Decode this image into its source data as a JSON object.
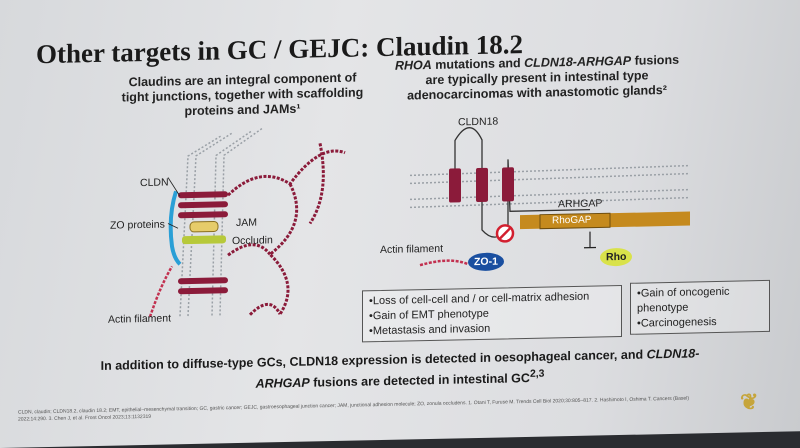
{
  "title": "Other targets in GC / GEJC: Claudin 18.2",
  "left_heading": "Claudins are an integral component of tight junctions, together with scaffolding proteins and JAMs¹",
  "right_heading_html": "<i>RHOA</i> mutations and <i>CLDN18-ARHGAP</i> fusions are typically present in intestinal type adenocarcinomas with anastomotic glands²",
  "labels": {
    "cldn": "CLDN",
    "zo_proteins": "ZO proteins",
    "jam": "JAM",
    "occludin": "Occludin",
    "actin_left": "Actin filament",
    "cldn18": "CLDN18",
    "arhgap": "ARHGAP",
    "rhogap": "RhoGAP",
    "actin_right": "Actin filament",
    "zo1": "ZO-1",
    "rho": "Rho"
  },
  "box_left": [
    "Loss of cell-cell and / or cell-matrix adhesion",
    "Gain of EMT phenotype",
    "Metastasis and invasion"
  ],
  "box_right": [
    "Gain of oncogenic phenotype",
    "Carcinogenesis"
  ],
  "summary_html": "In addition to diffuse-type GCs, CLDN18 expression is detected in oesophageal cancer, and <i>CLDN18-ARHGAP</i> fusions are detected in intestinal GC<sup>2,3</sup>",
  "footnote": "CLDN, claudin; CLDN18.2, claudin 18.2; EMT, epithelial–mesenchymal transition; GC, gastric cancer; GEJC, gastroesophageal junction cancer; JAM, junctional adhesion molecule; ZO, zonula occludens. 1. Otani T, Furuse M. Trends Cell Biol 2020;30:805–817. 2. Hashimoto I, Oshima T. Cancers (Basel) 2022;14:290. 3. Chen J, et al. Front Oncol 2023;13:1132319",
  "colors": {
    "accent": "#8b1b3a",
    "zo": "#2a9fd6",
    "occludin": "#b7c93a",
    "arhgap": "#c58a1e",
    "rho": "#d9e24a",
    "logo": "#c6a53b"
  },
  "logo_icon": "astrazeneca-logo-icon"
}
